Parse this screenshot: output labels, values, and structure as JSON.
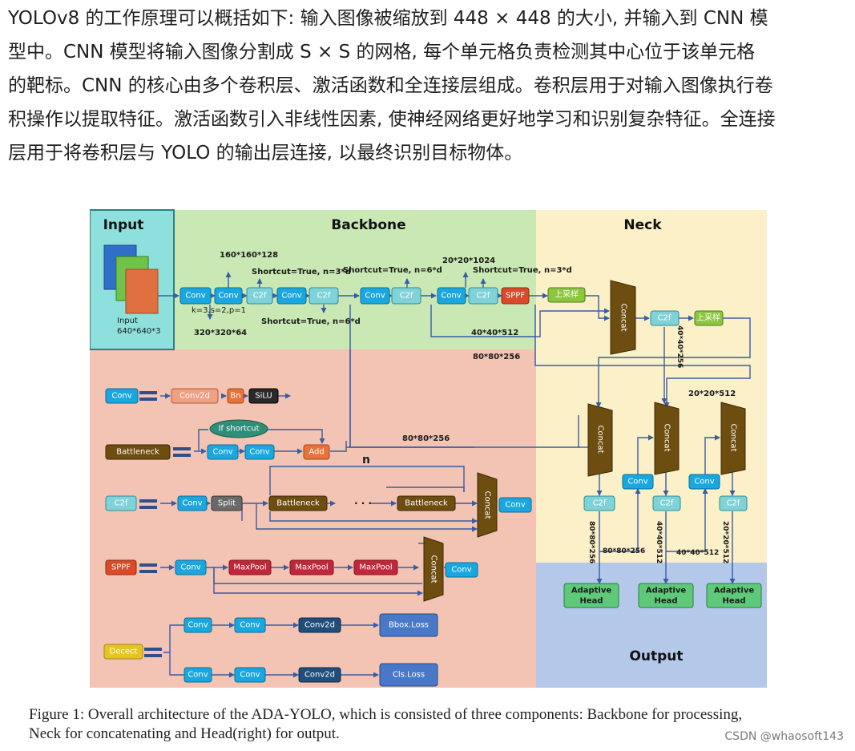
{
  "intro": {
    "line1": "YOLOv8 的工作原理可以概括如下: 输入图像被缩放到 448 × 448 的大小, 并输入到 CNN 模",
    "line2": "型中。CNN 模型将输入图像分割成 S × S 的网格, 每个单元格负责检测其中心位于该单元格",
    "line3": "的靶标。CNN 的核心由多个卷积层、激活函数和全连接层组成。卷积层用于对输入图像执行卷",
    "line4": "积操作以提取特征。激活函数引入非线性因素, 使神经网络更好地学习和识别复杂特征。全连接",
    "line5": "层用于将卷积层与 YOLO 的输出层连接, 以最终识别目标物体。"
  },
  "diagram": {
    "sections": {
      "input": "Input",
      "backbone": "Backbone",
      "neck": "Neck",
      "output": "Output"
    },
    "input_label": "Input",
    "input_size": "640*640*3",
    "conv": "Conv",
    "c2f": "C2f",
    "sppf": "SPPF",
    "upsample": "上采样",
    "concat": "Concat",
    "dims": {
      "d160": "160*160*128",
      "d320": "320*320*64",
      "d20_1024": "20*20*1024",
      "d40_512": "40*40*512",
      "d80_256": "80*80*256",
      "d20_512": "20*20*512",
      "d80_256b": "80*80*256",
      "v40_256": "40*40*256",
      "v80_256": "80*80*256",
      "v40_512": "40*40*512",
      "v20_512": "20*20*512",
      "h80_256": "80*80*256",
      "h40_512": "40*40*512"
    },
    "annotations": {
      "k": "k=3,s=2,p=1",
      "sc1": "Shortcut=True, n=3*d",
      "sc2": "Shortcut=True, n=6*d",
      "sc3": "Shortcut=True, n=6*d",
      "sc4": "Shortcut=True, n=3*d"
    },
    "legend": {
      "conv2d": "Conv2d",
      "bn": "Bn",
      "silu": "SiLU",
      "battleneck": "Battleneck",
      "if_shortcut": "If shortcut",
      "add": "Add",
      "n": "n",
      "split": "Split",
      "dots": "· · ·",
      "maxpool": "MaxPool",
      "decect": "Decect",
      "bbox_loss": "Bbox.Loss",
      "cls_loss": "Cls.Loss"
    },
    "head": "Adaptive Head",
    "head_l1": "Adaptive",
    "head_l2": "Head"
  },
  "caption": {
    "line1": "Figure 1: Overall architecture of the ADA-YOLO, which is consisted of three components: Backbone for processing,",
    "line2": "Neck for concatenating and Head(right) for output."
  },
  "watermark": "CSDN @whaosoft143",
  "colors": {
    "input_bg": "#8ee0dc",
    "backbone_bg": "#c9e8b4",
    "neck_bg": "#fbf0c8",
    "output_bg": "#b4c9ea",
    "legend_bg": "#f3c4b3",
    "conv": "#1aa7e0",
    "c2f": "#7fd3d8",
    "sppf": "#d9492a",
    "upsample": "#8cc63e",
    "concat": "#6e4d10",
    "maxpool": "#c0283a",
    "add": "#e8733a",
    "head": "#5fc97a",
    "loss": "#4a78c9",
    "decect": "#e8c422",
    "arrow": "#3a5ba6"
  }
}
